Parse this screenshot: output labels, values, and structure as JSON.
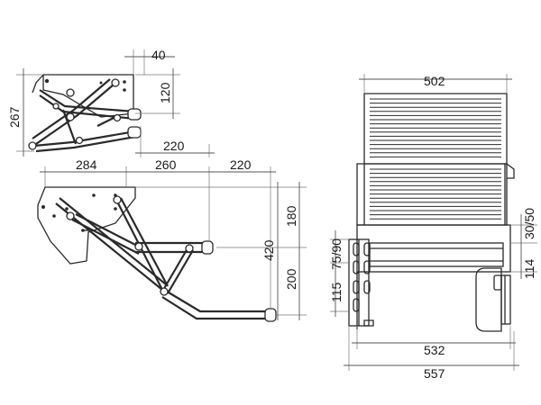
{
  "dimensions": {
    "folded": {
      "width_top": "40",
      "height_bracket": "120",
      "total_height": "267",
      "bottom_offset": "220"
    },
    "extended": {
      "depth_a": "284",
      "depth_b": "260",
      "depth_c": "220",
      "upper_height": "180",
      "lower_height": "200",
      "total_height": "420"
    },
    "front": {
      "step_width": "502",
      "inner_width": "532",
      "outer_width": "557",
      "mount_a": "30/50",
      "mount_b": "114",
      "side_a": "75/90",
      "side_b": "115"
    }
  }
}
